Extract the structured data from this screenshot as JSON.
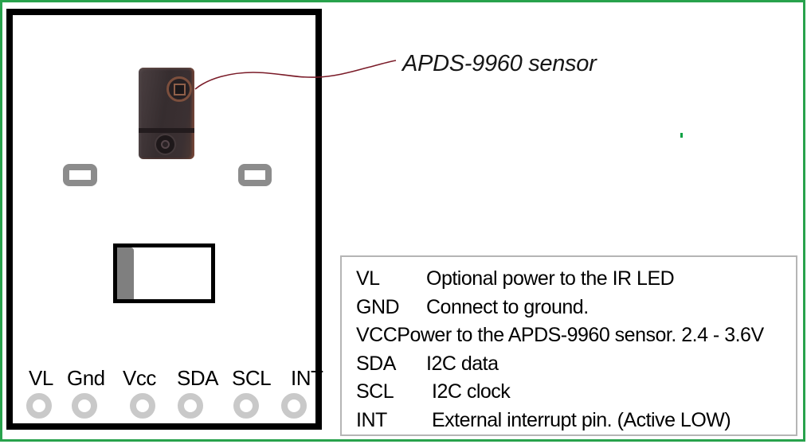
{
  "annotation": {
    "label": "APDS-9960 sensor"
  },
  "board": {
    "pins": [
      {
        "label": "VL"
      },
      {
        "label": "Gnd"
      },
      {
        "label": "Vcc"
      },
      {
        "label": "SDA"
      },
      {
        "label": "SCL"
      },
      {
        "label": "INT"
      }
    ]
  },
  "pin_table": {
    "rows": [
      {
        "pin": "VL",
        "description": "Optional power to the IR LED"
      },
      {
        "pin": "GND",
        "description": "Connect to ground."
      },
      {
        "pin": "VCC",
        "description": "Power to the APDS-9960 sensor. 2.4 - 3.6V"
      },
      {
        "pin": "SDA",
        "description": "I2C data"
      },
      {
        "pin": "SCL",
        "description": "I2C clock"
      },
      {
        "pin": "INT",
        "description": "External interrupt pin. (Active LOW)"
      }
    ]
  },
  "colors": {
    "frame_green": "#28a24c",
    "callout_maroon": "#7a1b28",
    "board_outline": "#000000",
    "pad_gray": "#8c8c8c",
    "hole_gray": "#c9c9c9",
    "table_border_gray": "#b5b5b5",
    "smd_terminal_gray": "#7f7f7f"
  }
}
